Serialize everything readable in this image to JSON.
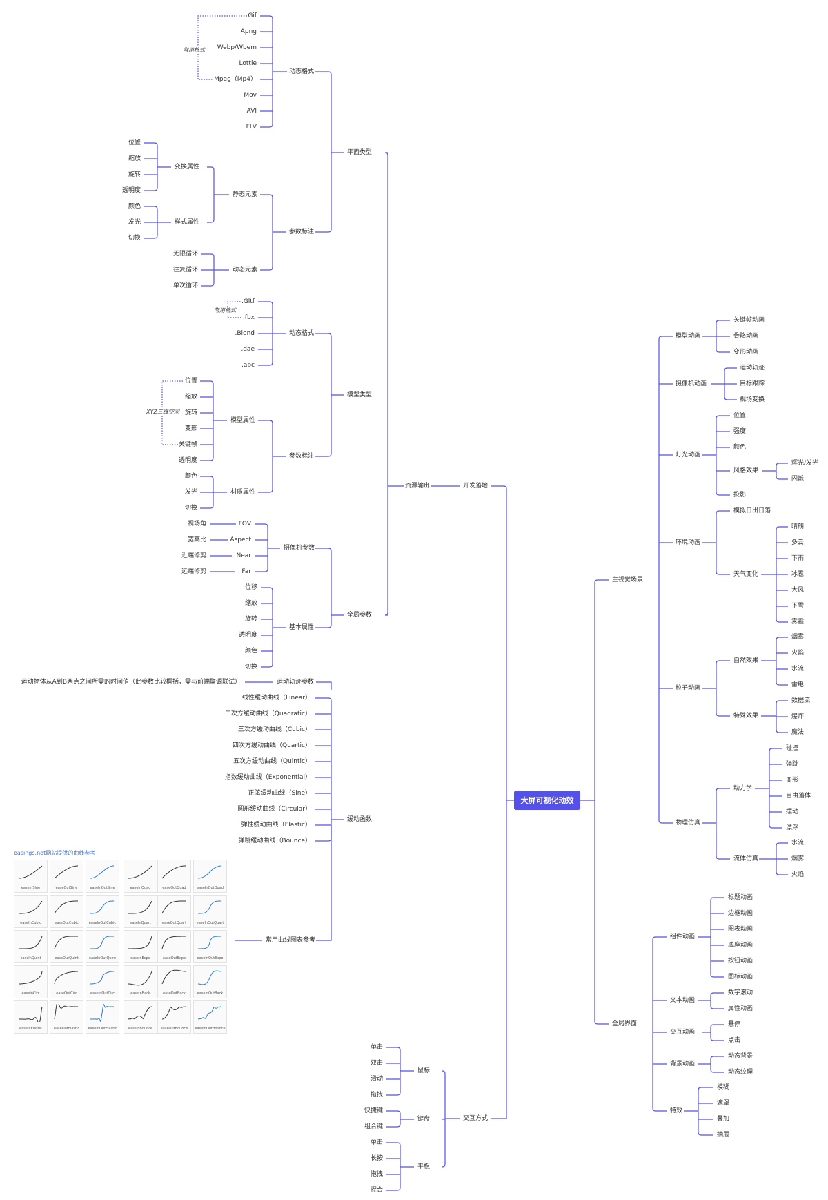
{
  "colors": {
    "line": "#5551e6",
    "root_fill": "#5551e6",
    "root_text": "#ffffff",
    "dotted": "#5551e6"
  },
  "root": "大屏可视化动效",
  "labels": {
    "gif": "Gif",
    "apng": "Apng",
    "webp": "Webp/Wbem",
    "lottie": "Lottie",
    "mpeg": "Mpeg（Mp4）",
    "mov": "Mov",
    "avi": "AVI",
    "flv": "FLV",
    "common_fmt": "常用格式",
    "dyn_fmt": "动态格式",
    "plane_type": "平面类型",
    "pos1": "位置",
    "scale1": "缩放",
    "rot1": "旋转",
    "opa1": "透明度",
    "color1": "颜色",
    "glow1": "发光",
    "switch1": "切换",
    "transform_attr": "变换属性",
    "style_attr": "样式属性",
    "static_el": "静态元素",
    "inf_loop": "无限循环",
    "back_loop": "往复循环",
    "once_loop": "单次循环",
    "dyn_el": "动态元素",
    "param_anno1": "参数标注",
    "gltf": ".Gltf",
    "fbx": ".fbx",
    "blend": ".Blend",
    "dae": ".dae",
    "abc": ".abc",
    "common_fmt2": "常用格式",
    "dyn_fmt2": "动态格式",
    "model_type": "模型类型",
    "pos2": "位置",
    "scale2": "缩放",
    "rot2": "旋转",
    "deform2": "变形",
    "keyframe2": "关键帧",
    "opa2": "透明度",
    "xyz": "XYZ三维空间",
    "model_attr": "模型属性",
    "color2": "颜色",
    "glow2": "发光",
    "switch2": "切换",
    "material_attr": "材质属性",
    "param_anno2": "参数标注",
    "res_output": "资源输出",
    "dev_landing": "开发落地",
    "view_angle": "视场角",
    "aspect_cn": "宽高比",
    "near_cn": "近端修剪",
    "far_cn": "远端修剪",
    "fov": "FOV",
    "aspect": "Aspect",
    "near": "Near",
    "far": "Far",
    "camera_param": "摄像机参数",
    "move3": "位移",
    "scale3": "缩放",
    "rot3": "旋转",
    "opa3": "透明度",
    "color3": "颜色",
    "switch3": "切换",
    "basic_attr": "基本属性",
    "global_param": "全局参数",
    "motion_desc": "运动物体从A到B两点之间所需的时间值（此参数比较概括，需与前端联调联试）",
    "motion_param": "运动轨迹参数",
    "linear": "线性缓动曲线（Linear）",
    "quad": "二次方缓动曲线（Quadratic）",
    "cubic": "三次方缓动曲线（Cubic）",
    "quart": "四次方缓动曲线（Quartic）",
    "quint": "五次方缓动曲线（Quintic）",
    "expo": "指数缓动曲线（Exponential）",
    "sine": "正弦缓动曲线（Sine）",
    "circ": "圆形缓动曲线（Circular）",
    "elastic": "弹性缓动曲线（Elastic）",
    "bounce": "弹跳缓动曲线（Bounce）",
    "ease_fn": "缓动函数",
    "curve_ref": "常用曲线图表参考",
    "click1": "单击",
    "dblclick": "双击",
    "scroll": "滑动",
    "drag1": "拖拽",
    "mouse": "鼠标",
    "shortcut": "快捷键",
    "combo": "组合键",
    "keyboard": "键盘",
    "tap": "单击",
    "longpress": "长按",
    "drag2": "拖拽",
    "pinch": "捏合",
    "tablet": "平板",
    "interact": "交互方式",
    "main_scene": "主视觉场景",
    "model_anim": "模型动画",
    "keyframe_anim": "关键帧动画",
    "skeleton_anim": "骨骼动画",
    "morph_anim": "变形动画",
    "camera_anim": "摄像机动画",
    "motion_track": "运动轨迹",
    "target_track": "目标跟踪",
    "view_switch": "视场变换",
    "light_anim": "灯光动画",
    "l_pos": "位置",
    "l_int": "强度",
    "l_color": "颜色",
    "style_effect": "风格效果",
    "glow_light": "辉光/发光",
    "flicker": "闪烁",
    "projection": "投影",
    "env_anim": "环境动画",
    "sunrise": "模拟日出日落",
    "weather": "天气变化",
    "sunny": "晴朗",
    "cloudy": "多云",
    "rain": "下雨",
    "hail": "冰雹",
    "wind": "大风",
    "snow": "下雪",
    "fog": "雾霾",
    "particle_anim": "粒子动画",
    "natural": "自然效果",
    "smoke1": "烟雾",
    "fire1": "火焰",
    "water1": "水流",
    "lightning": "雷电",
    "special": "特殊效果",
    "dataflow": "数据流",
    "explode": "爆炸",
    "magic": "魔法",
    "physics": "物理仿真",
    "dynamics": "动力学",
    "collide": "碰撞",
    "bounce_cn": "弹跳",
    "deform_p": "变形",
    "freefall": "自由落体",
    "swing": "摆动",
    "float": "漂浮",
    "fluid": "流体仿真",
    "water2": "水流",
    "smoke2": "烟雾",
    "fire2": "火焰",
    "global_ui": "全局界面",
    "comp_anim": "组件动画",
    "title_anim": "标题动画",
    "border_anim": "边框动画",
    "chart_anim": "图表动画",
    "base_anim": "底座动画",
    "btn_anim": "按钮动画",
    "icon_anim": "图标动画",
    "text_anim": "文本动画",
    "num_scroll": "数字滚动",
    "attr_anim": "属性动画",
    "interact_anim": "交互动画",
    "hover": "悬停",
    "click2": "点击",
    "bg_anim": "背景动画",
    "dyn_bg": "动态背景",
    "dyn_texture": "动态纹理",
    "effects": "特效",
    "blur": "模糊",
    "mask": "遮罩",
    "overlay": "叠加",
    "drawer": "抽屉"
  },
  "curve_panel": {
    "title": "easings.net网站提供的曲线参考",
    "names": [
      "easeInSine",
      "easeOutSine",
      "easeInOutSine",
      "easeInQuad",
      "easeOutQuad",
      "easeInOutQuad",
      "easeInCubic",
      "easeOutCubic",
      "easeInOutCubic",
      "easeInQuart",
      "easeOutQuart",
      "easeInOutQuart",
      "easeInQuint",
      "easeOutQuint",
      "easeInOutQuint",
      "easeInExpo",
      "easeOutExpo",
      "easeInOutExpo",
      "easeInCirc",
      "easeOutCirc",
      "easeInOutCirc",
      "easeInBack",
      "easeOutBack",
      "easeInOutBack",
      "easeInElastic",
      "easeOutElastic",
      "easeInOutElastic",
      "easeInBounce",
      "easeOutBounce",
      "easeInOutBounce"
    ]
  }
}
